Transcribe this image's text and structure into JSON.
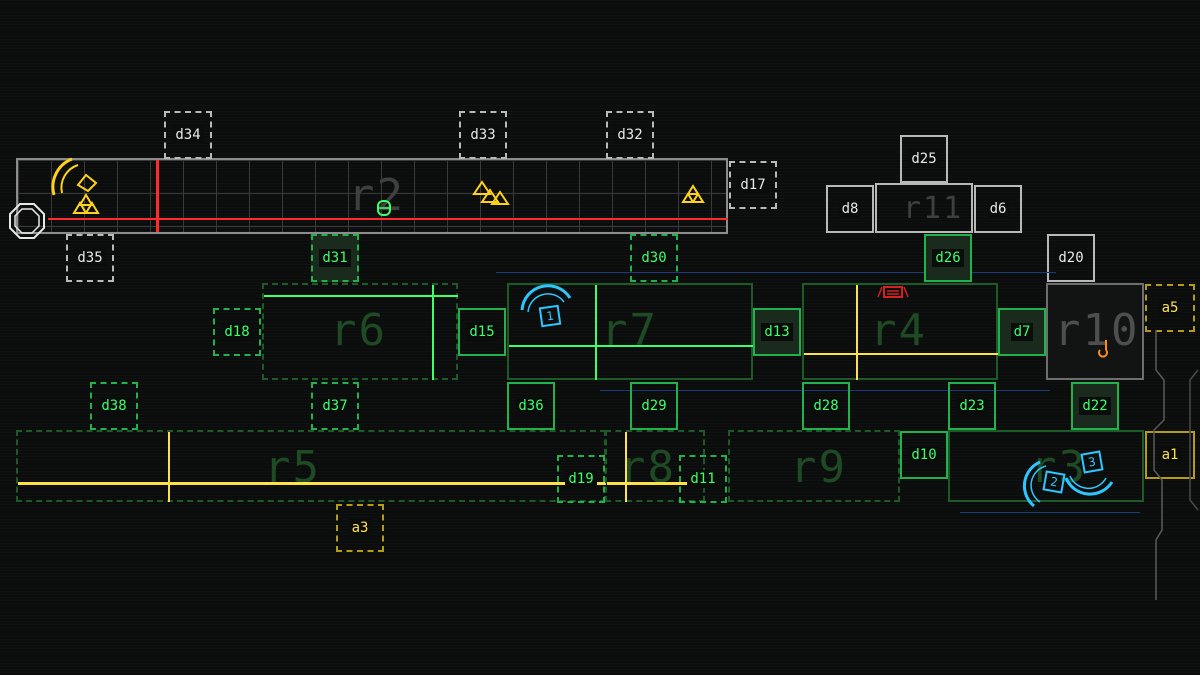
{
  "rooms": {
    "r2": "r2",
    "r4": "r4",
    "r5": "r5",
    "r6": "r6",
    "r7": "r7",
    "r8": "r8",
    "r9": "r9",
    "r10": "r10",
    "r11": "r11",
    "r3": "r3"
  },
  "doors": {
    "d34": "d34",
    "d33": "d33",
    "d32": "d32",
    "d17": "d17",
    "d35": "d35",
    "d25": "d25",
    "d8": "d8",
    "d6": "d6",
    "d20": "d20",
    "d31": "d31",
    "d30": "d30",
    "d26": "d26",
    "d18": "d18",
    "d15": "d15",
    "d13": "d13",
    "d7": "d7",
    "d38": "d38",
    "d37": "d37",
    "d36": "d36",
    "d29": "d29",
    "d28": "d28",
    "d23": "d23",
    "d22": "d22",
    "d10": "d10",
    "d19": "d19",
    "d11": "d11"
  },
  "airlocks": {
    "a5": "a5",
    "a1": "a1",
    "a3": "a3"
  },
  "drones": {
    "drone1": "1",
    "drone2": "2",
    "drone3": "3"
  },
  "colors": {
    "active": "#3dff6a",
    "inactive": "#e8e8e8",
    "airlock": "#ffe14a",
    "alert": "#ff2a2a",
    "drone": "#2fc6ff",
    "interface": "#ff8c1a"
  },
  "icons": [
    "hull-breach-icon",
    "radiation-icon",
    "interface-hook-icon",
    "sentry-icon",
    "player-position-icon"
  ]
}
